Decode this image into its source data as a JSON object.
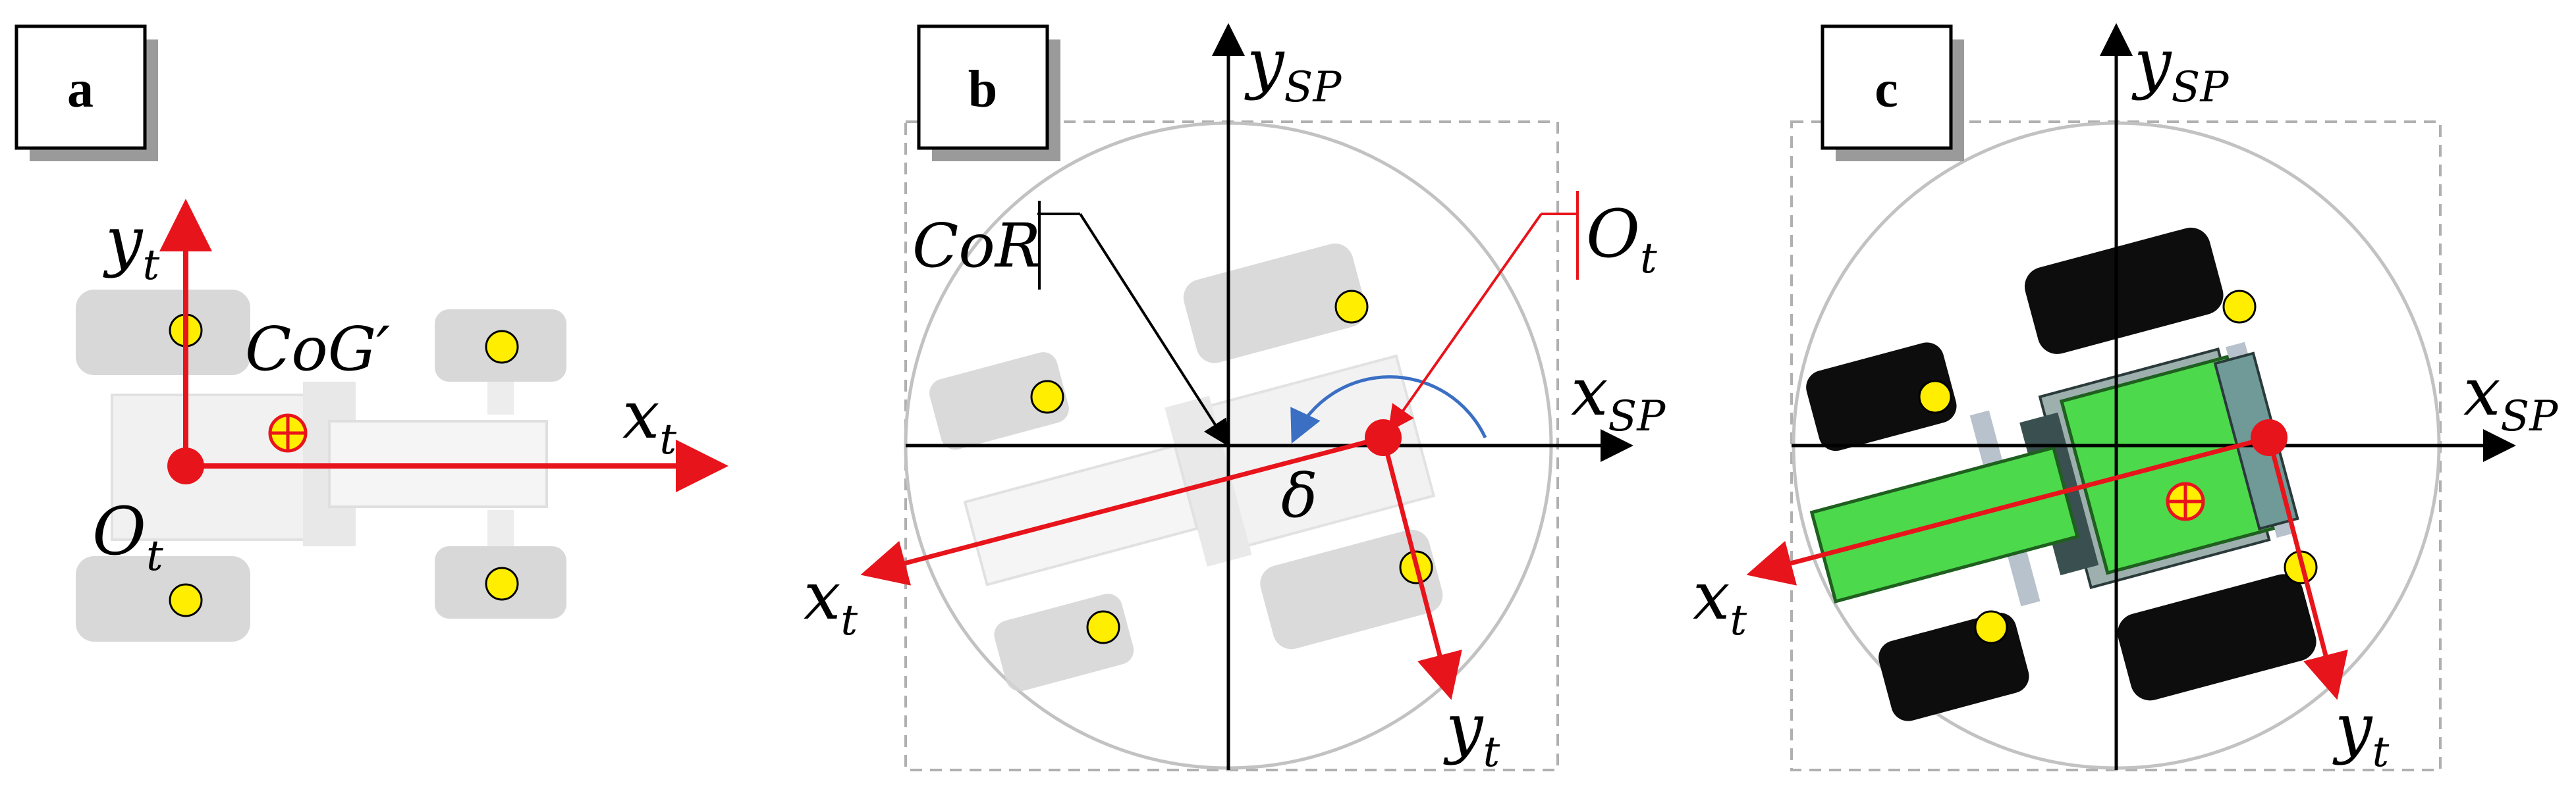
{
  "panels": [
    {
      "id": "a",
      "label": "a"
    },
    {
      "id": "b",
      "label": "b"
    },
    {
      "id": "c",
      "label": "c"
    }
  ],
  "labels": {
    "a_yt_main": "y",
    "a_yt_sub": "t",
    "a_xt_main": "x",
    "a_xt_sub": "t",
    "a_ot_main": "O",
    "a_ot_sub": "t",
    "a_cog": "CoG′",
    "b_ysp_main": "y",
    "b_ysp_sub": "SP",
    "b_xsp_main": "x",
    "b_xsp_sub": "SP",
    "b_xt_main": "x",
    "b_xt_sub": "t",
    "b_yt_main": "y",
    "b_yt_sub": "t",
    "b_ot_main": "O",
    "b_ot_sub": "t",
    "b_cor": "CoR",
    "b_delta": "δ",
    "c_ysp_main": "y",
    "c_ysp_sub": "SP",
    "c_xsp_main": "x",
    "c_xsp_sub": "SP",
    "c_xt_main": "x",
    "c_xt_sub": "t",
    "c_yt_main": "y",
    "c_yt_sub": "t"
  },
  "colors": {
    "axis_red": "#e8141b",
    "marker_yellow": "#ffee00",
    "ghost_wheel": "#d4d4d4",
    "ghost_body": "#ececec",
    "tire_black": "#0d0d0d",
    "body_green": "#4cd94c",
    "angle_blue": "#3a6fc4",
    "circle_gray": "#c2c2c2",
    "box_gray": "#b0b0b0"
  }
}
